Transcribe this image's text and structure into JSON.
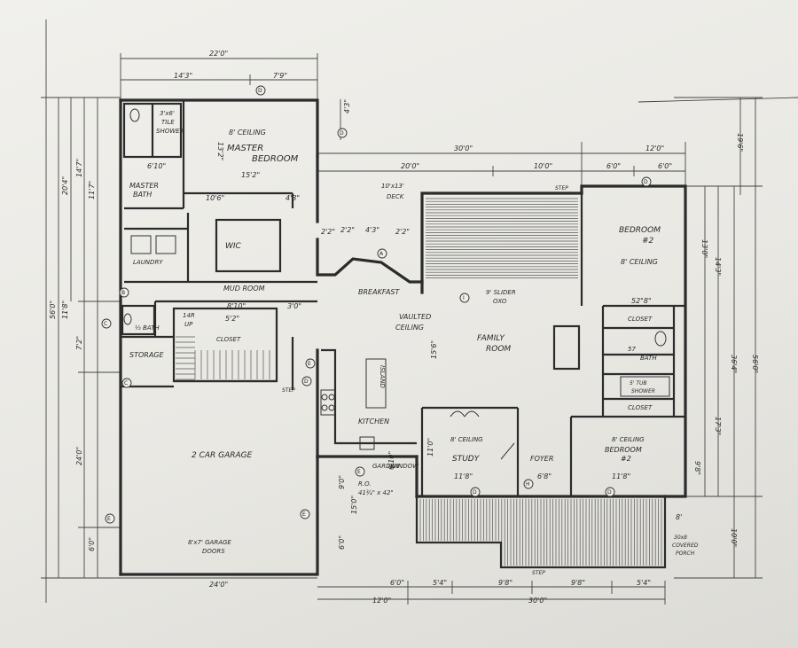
{
  "rooms": {
    "master_bedroom": [
      "8' CEILING",
      "MASTER",
      "BEDROOM",
      "15'2\""
    ],
    "master_bath": [
      "MASTER",
      "BATH",
      "6'10\""
    ],
    "tile_shower": [
      "3'x6'",
      "TILE",
      "SHOWER"
    ],
    "laundry": "LAUNDRY",
    "wic": "WIC",
    "mudroom": "MUD ROOM",
    "half_bath": "½ BATH",
    "closet_stair": "CLOSET",
    "storage": "STORAGE",
    "garage": "2 CAR GARAGE",
    "garage_doors": [
      "8'x7' GARAGE",
      "DOORS"
    ],
    "deck": [
      "10'x13'",
      "DECK"
    ],
    "breakfast": "BREAKFAST",
    "vaulted": [
      "VAULTED",
      "CEILING"
    ],
    "family_room": [
      "FAMILY",
      "ROOM"
    ],
    "slider": [
      "9' SLIDER",
      "OXO"
    ],
    "island": "ISLAND",
    "kitchen": "KITCHEN",
    "garden_window": [
      "GARDEN",
      "WINDOW"
    ],
    "ro": [
      "R.O.",
      "41¾\" x 42\""
    ],
    "study": [
      "8' CEILING",
      "STUDY",
      "11'8\""
    ],
    "foyer": [
      "FOYER",
      "6'8\""
    ],
    "bedroom2_top": [
      "BEDROOM",
      "#2",
      "8' CEILING"
    ],
    "bedroom2_bot": [
      "8' CEILING",
      "BEDROOM",
      "#2",
      "11'8\""
    ],
    "closet1": "CLOSET",
    "closet2": "CLOSET",
    "bath": [
      "57",
      "BATH"
    ],
    "shower": [
      "5' TUB",
      "SHOWER"
    ],
    "porch": [
      "30x8",
      "COVERED",
      "PORCH"
    ],
    "step1": "STEP",
    "step2": "STEP",
    "step3": "STEP",
    "up": [
      "14R",
      "UP"
    ]
  },
  "dims": {
    "top_total": "22'0\"",
    "top_a": "14'3\"",
    "top_b": "7'9\"",
    "mid_total": "30'0\"",
    "mid_a": "20'0\"",
    "mid_b": "10'0\"",
    "right_total": "12'0\"",
    "right_a": "6'0\"",
    "right_b": "6'0\"",
    "bot_left": "24'0\"",
    "bot_12": "12'0\"",
    "bot_30": "30'0\"",
    "bot_60": "6'0\"",
    "bot_54a": "5'4\"",
    "bot_98a": "9'8\"",
    "bot_98b": "9'8\"",
    "bot_54b": "5'4\"",
    "left_560": "56'0\"",
    "left_204": "20'4\"",
    "left_147": "14'7\"",
    "left_117": "11'7\"",
    "left_118": "11'8\"",
    "left_72": "7'2\"",
    "left_240": "24'0\"",
    "left_60": "6'0\"",
    "right_560": "56'0\"",
    "right_364": "36'4\"",
    "right_196": "19'6\"",
    "right_100": "10'0\"",
    "right_143": "14'3\"",
    "right_130": "13'0\"",
    "right_173": "17'3\"",
    "dim_43": "4'3\"",
    "dim_1328": "13'2\"",
    "dim_106": "10'6\"",
    "dim_48": "4'8\"",
    "dim_810": "8'10\"",
    "dim_30": "3'0\"",
    "dim_52": "5'2\"",
    "dim_156": "15'6\"",
    "dim_110": "11'0\"",
    "dim_22a": "2'2\"",
    "dim_22b": "2'2\"",
    "dim_43b": "4'3\"",
    "dim_22c": "2'2\"",
    "dim_90": "9'0\"",
    "dim_150": "15'0\"",
    "dim_60b": "6'0\"",
    "dim_610": "6'10\"",
    "dim_528": "52\"8\"",
    "dim_918": "9'8\"",
    "dim_8": "8'"
  },
  "markers": [
    "D",
    "D",
    "D",
    "A",
    "C",
    "C",
    "B",
    "E",
    "E",
    "E",
    "D",
    "D",
    "H",
    "D",
    "I",
    "E"
  ]
}
